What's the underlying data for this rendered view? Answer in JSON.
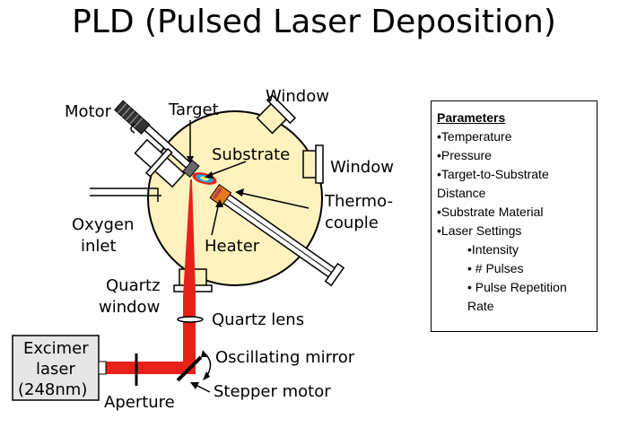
{
  "title": "PLD (Pulsed Laser Deposition)",
  "labels": {
    "motor": "Motor",
    "target": "Target",
    "window_top": "Window",
    "substrate": "Substrate",
    "window_right": "Window",
    "thermo_1": "Thermo-",
    "thermo_2": "couple",
    "oxygen_1": "Oxygen",
    "oxygen_2": "inlet",
    "heater": "Heater",
    "quartz_window_1": "Quartz",
    "quartz_window_2": "window",
    "quartz_lens": "Quartz lens",
    "excimer_1": "Excimer",
    "excimer_2": "laser",
    "excimer_3": "(248nm)",
    "aperture": "Aperture",
    "oscillating_mirror": "Oscillating mirror",
    "stepper_motor": "Stepper motor"
  },
  "parameters": {
    "heading": "Parameters",
    "temperature": "•Temperature",
    "pressure": "•Pressure",
    "distance_1": "•Target-to-Substrate",
    "distance_2": "Distance",
    "substrate_material": "•Substrate Material",
    "laser_settings": "•Laser Settings",
    "intensity": "•Intensity",
    "pulses": "• # Pulses",
    "repetition_1": "• Pulse Repetition",
    "repetition_2": "Rate"
  },
  "colors": {
    "chamber": "#fff2bf",
    "laser": "#e8201a",
    "heater": "#e87a1e",
    "plume": "#2aa0d8"
  }
}
